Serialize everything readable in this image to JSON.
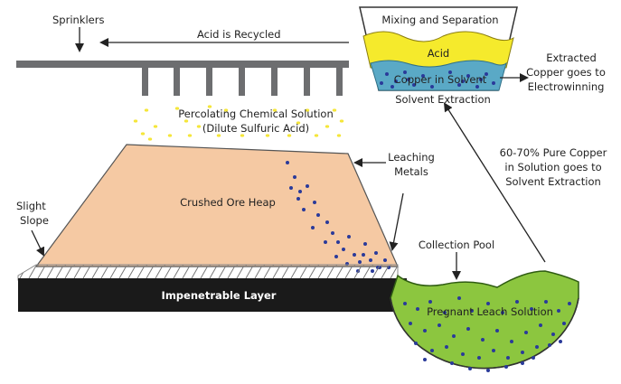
{
  "labels": {
    "sprinklers": "Sprinklers",
    "acid_recycled": "Acid is Recycled",
    "mixing": "Mixing and Separation",
    "acid": "Acid",
    "copper_solvent": "Copper in Solvent",
    "solvent_extraction": "Solvent Extraction",
    "extracted_1": "Extracted",
    "extracted_2": "Copper goes to",
    "extracted_3": "Electrowinning",
    "percolating_1": "Percolating Chemical Solution",
    "percolating_2": "(Dilute Sulfuric Acid)",
    "leaching_1": "Leaching",
    "leaching_2": "Metals",
    "pure_1": "60-70% Pure Copper",
    "pure_2": "in Solution goes to",
    "pure_3": "Solvent Extraction",
    "heap": "Crushed Ore Heap",
    "slope_1": "Slight",
    "slope_2": "Slope",
    "collection": "Collection Pool",
    "layer": "Impenetrable Layer",
    "pls": "Pregnant Leach Solution"
  },
  "colors": {
    "heap": "#f5c9a3",
    "pool": "#8cc63f",
    "acid": "#f5ea2c",
    "solvent": "#5aa9c6",
    "dots": "#2a3a9a",
    "droplets": "#f5e63a",
    "pipe": "#6d6e70",
    "layer": "#1a1a1a"
  }
}
